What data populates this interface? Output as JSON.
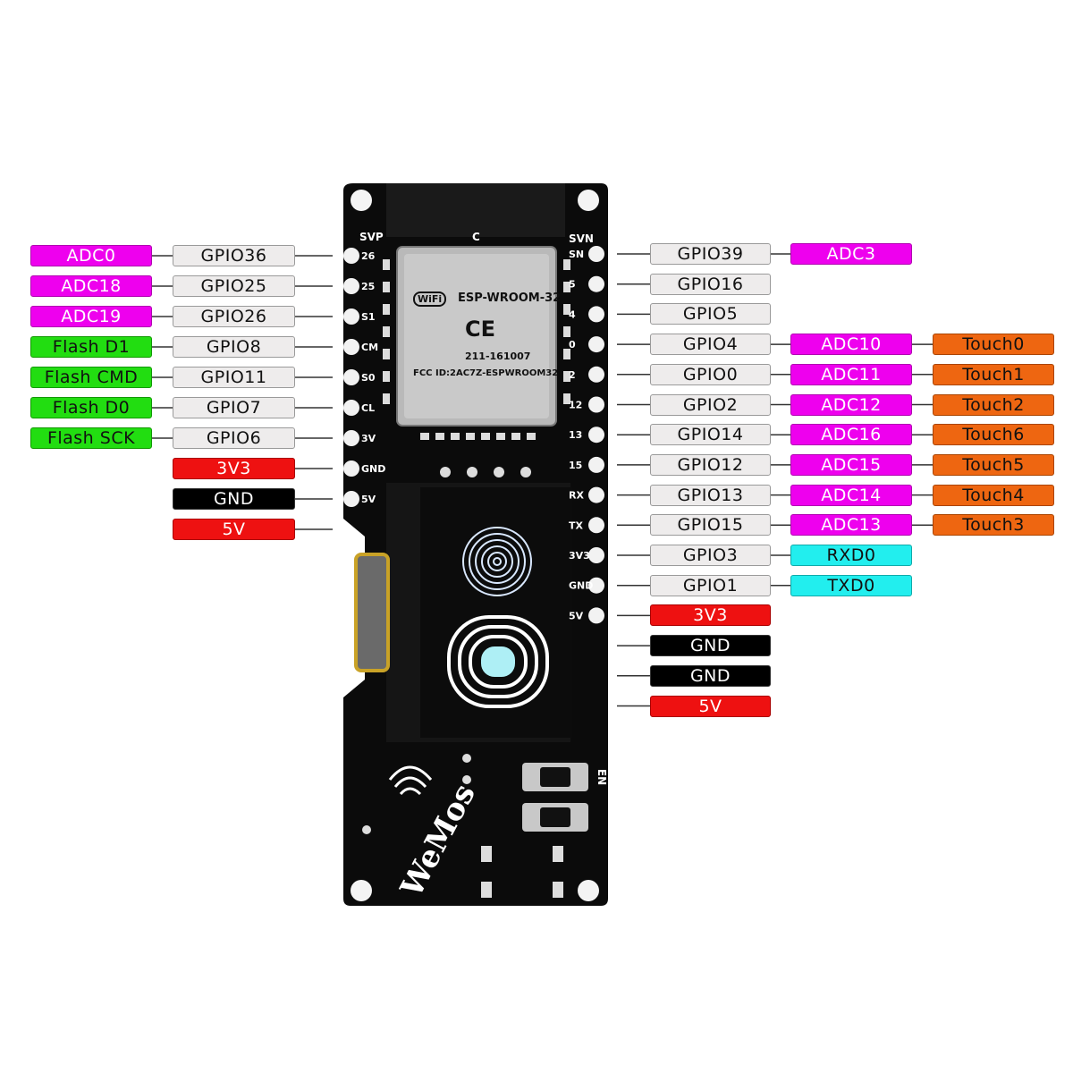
{
  "left_rows": [
    {
      "gpio": "GPIO36",
      "func": "ADC0",
      "func_type": "adc",
      "silk": "26"
    },
    {
      "gpio": "GPIO25",
      "func": "ADC18",
      "func_type": "adc",
      "silk": "25"
    },
    {
      "gpio": "GPIO26",
      "func": "ADC19",
      "func_type": "adc",
      "silk": "S1"
    },
    {
      "gpio": "GPIO8",
      "func": "Flash D1",
      "func_type": "flash",
      "silk": "CM"
    },
    {
      "gpio": "GPIO11",
      "func": "Flash CMD",
      "func_type": "flash",
      "silk": "S0"
    },
    {
      "gpio": "GPIO7",
      "func": "Flash D0",
      "func_type": "flash",
      "silk": "CL"
    },
    {
      "gpio": "GPIO6",
      "func": "Flash SCK",
      "func_type": "flash",
      "silk": "3V"
    }
  ],
  "left_power": [
    {
      "label": "3V3",
      "type": "pwr",
      "silk": "GND"
    },
    {
      "label": "GND",
      "type": "gnd",
      "silk": "5V"
    },
    {
      "label": "5V",
      "type": "pwr",
      "silk": ""
    }
  ],
  "right_rows": [
    {
      "gpio": "GPIO39",
      "adc": "ADC3",
      "touch": "",
      "silk": "SN"
    },
    {
      "gpio": "GPIO16",
      "adc": "",
      "touch": "",
      "silk": "5"
    },
    {
      "gpio": "GPIO5",
      "adc": "",
      "touch": "",
      "silk": "4"
    },
    {
      "gpio": "GPIO4",
      "adc": "ADC10",
      "touch": "Touch0",
      "silk": "0"
    },
    {
      "gpio": "GPIO0",
      "adc": "ADC11",
      "touch": "Touch1",
      "silk": "2"
    },
    {
      "gpio": "GPIO2",
      "adc": "ADC12",
      "touch": "Touch2",
      "silk": "12"
    },
    {
      "gpio": "GPIO14",
      "adc": "ADC16",
      "touch": "Touch6",
      "silk": "13"
    },
    {
      "gpio": "GPIO12",
      "adc": "ADC15",
      "touch": "Touch5",
      "silk": "15"
    },
    {
      "gpio": "GPIO13",
      "adc": "ADC14",
      "touch": "Touch4",
      "silk": "RX"
    },
    {
      "gpio": "GPIO15",
      "adc": "ADC13",
      "touch": "Touch3",
      "silk": "TX"
    },
    {
      "gpio": "GPIO3",
      "uart": "RXD0",
      "silk": "3V3"
    },
    {
      "gpio": "GPIO1",
      "uart": "TXD0",
      "silk": "GND"
    }
  ],
  "right_power": [
    {
      "label": "3V3",
      "type": "pwr",
      "silk": "5V"
    },
    {
      "label": "GND",
      "type": "gnd",
      "silk": ""
    },
    {
      "label": "GND",
      "type": "gnd",
      "silk": ""
    },
    {
      "label": "5V",
      "type": "pwr",
      "silk": ""
    }
  ],
  "module": {
    "name": "ESP-WROOM-32",
    "fcc": "FCC ID:2AC7Z-ESPWROOM32",
    "cert": "211-161007",
    "ce": "CE",
    "wifi": "WiFi"
  },
  "board": {
    "brand": "WeMos",
    "silk_top_left": "SVP",
    "silk_top_right": "SVN",
    "silk_top_mid": "C",
    "silk_en": "EN"
  },
  "colors": {
    "adc": "#ee00ee",
    "flash": "#22dd11",
    "power": "#ee1111",
    "ground": "#000000",
    "uart": "#22eeee",
    "touch": "#ee6611",
    "gpio": "#eeecec",
    "board": "#0b0b0b"
  }
}
